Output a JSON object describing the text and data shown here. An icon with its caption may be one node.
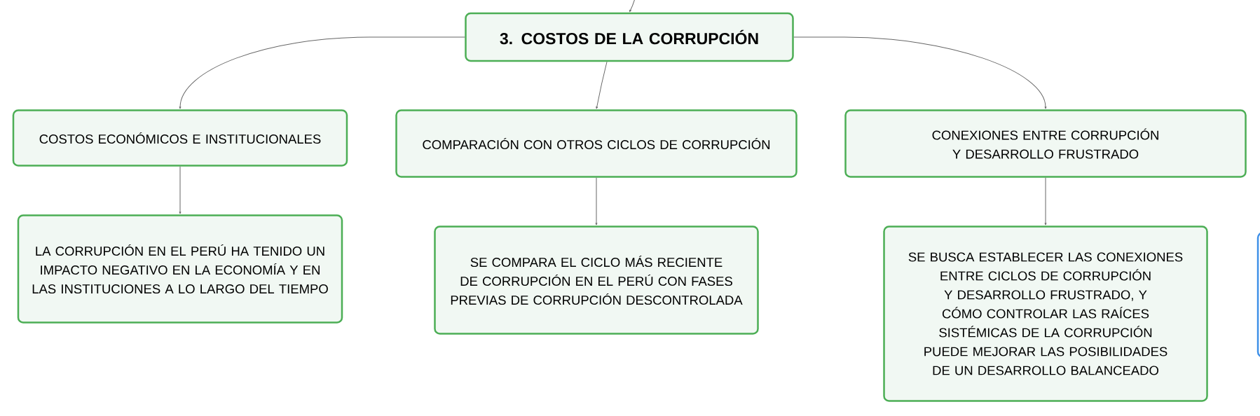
{
  "diagram": {
    "nodes": [
      {
        "text": [
          "3. COSTOS DE LA CORRUPCIÓN"
        ]
      },
      {
        "text": [
          "COSTOS ECONÓMICOS E INSTITUCIONALES"
        ]
      },
      {
        "text": [
          "COMPARACIÓN CON OTROS CICLOS DE CORRUPCIÓN"
        ]
      },
      {
        "text": [
          "CONEXIONES ENTRE CORRUPCIÓN Y DESARROLLO FRUSTRADO"
        ]
      },
      {
        "text": [
          "LA CORRUPCIÓN EN EL PERÚ HA TENIDO UN IMPACTO NEGATIVO EN LA ECONOMÍA Y EN LAS INSTITUCIONES A LO LARGO DEL TIEMPO"
        ]
      },
      {
        "text": [
          "SE COMPARA EL CICLO MÁS RECIENTE DE CORRUPCIÓN EN EL PERÚ CON FASES PREVIAS DE CORRUPCIÓN DESCONTROLADA"
        ]
      },
      {
        "text": [
          "SE BUSCA ESTABLECER LAS CONEXIONES ENTRE CICLOS DE CORRUPCIÓN Y DESARROLLO FRUSTRADO, Y CÓMO CONTROLAR LAS RAÍCES SISTÉMICAS DE LA CORRUPCIÓN PUEDE MEJORAR LAS POSIBILIDADES DE UN DESARROLLO BALANCEADO"
        ]
      },
      {
        "text": [],
        "shape": "box"
      }
    ],
    "edges": [
      {
        "from": null,
        "to": 0,
        "arrow": "to"
      },
      {
        "from": 0,
        "to": 1,
        "arrow": "to"
      },
      {
        "from": 0,
        "to": 2,
        "arrow": "to"
      },
      {
        "from": 0,
        "to": 3,
        "arrow": "to"
      },
      {
        "from": 1,
        "to": 4,
        "arrow": "to"
      },
      {
        "from": 2,
        "to": 5,
        "arrow": "to"
      },
      {
        "from": 3,
        "to": 6,
        "arrow": "to"
      }
    ]
  }
}
